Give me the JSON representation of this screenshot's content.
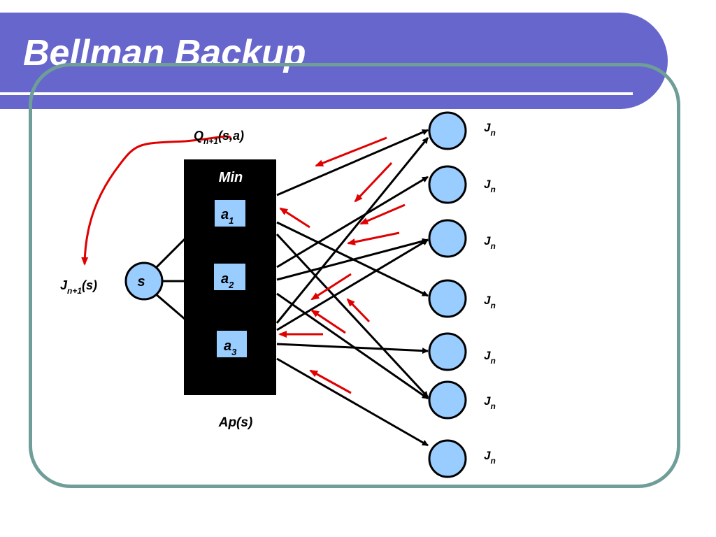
{
  "slide": {
    "title": "Bellman Backup"
  },
  "diagram": {
    "q_label": {
      "main": "Q",
      "sub": "n+1",
      "rest": "(s,a)"
    },
    "min_label": "Min",
    "ap_label": "Ap(s)",
    "j_next_label": {
      "main": "J",
      "sub": "n+1",
      "rest": "(s)"
    },
    "state_label": "s",
    "actions": [
      {
        "main": "a",
        "sub": "1"
      },
      {
        "main": "a",
        "sub": "2"
      },
      {
        "main": "a",
        "sub": "3"
      }
    ],
    "successor_labels": [
      {
        "main": "J",
        "sub": "n"
      },
      {
        "main": "J",
        "sub": "n"
      },
      {
        "main": "J",
        "sub": "n"
      },
      {
        "main": "J",
        "sub": "n"
      },
      {
        "main": "J",
        "sub": "n"
      },
      {
        "main": "J",
        "sub": "n"
      },
      {
        "main": "J",
        "sub": "n"
      }
    ],
    "colors": {
      "node_fill": "#99ccff",
      "action_fill": "#99ccff",
      "min_box": "#000000",
      "backup_arrow": "#e00000",
      "edge": "#000000"
    }
  }
}
